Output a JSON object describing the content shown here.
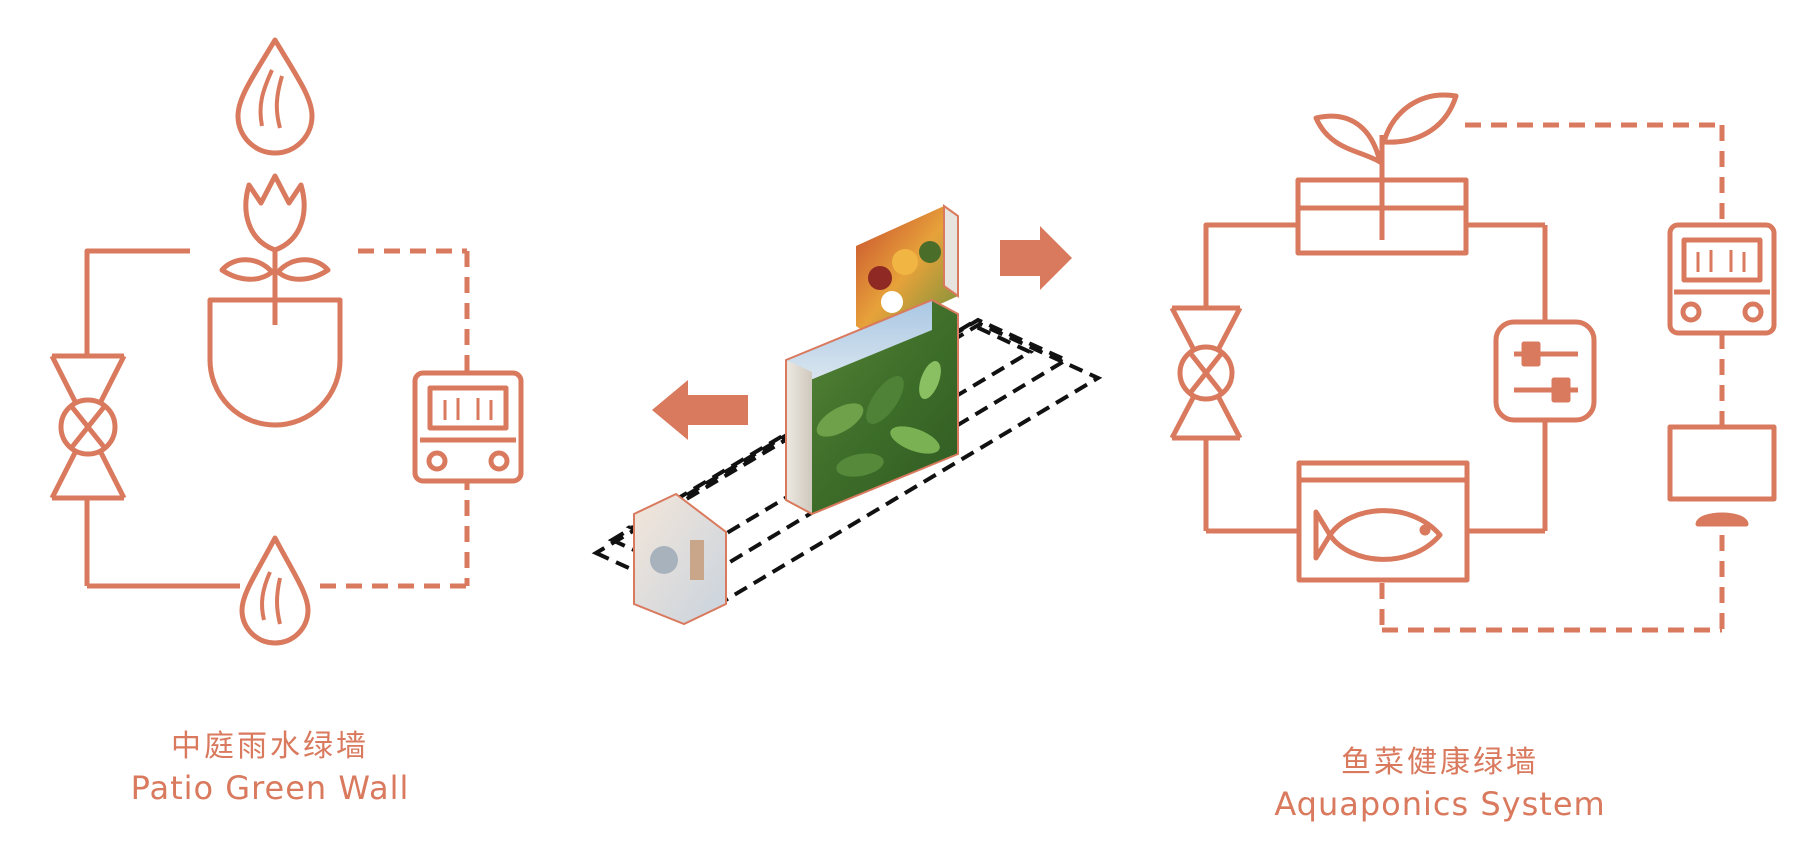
{
  "colors": {
    "accent": "#d9795d",
    "dashed_plane": "#111111"
  },
  "left_system": {
    "title_zh": "中庭雨水绿墙",
    "title_en": "Patio Green Wall"
  },
  "right_system": {
    "title_zh": "鱼菜健康绿墙",
    "title_en": "Aquaponics System"
  },
  "icons": [
    "water-drop-icon",
    "tulip-pot-icon",
    "valve-icon",
    "meter-icon",
    "sprout-icon",
    "planter-box-icon",
    "control-panel-icon",
    "fish-tank-icon",
    "monitor-icon",
    "sensor-icon",
    "arrow-right-icon",
    "arrow-left-icon"
  ]
}
